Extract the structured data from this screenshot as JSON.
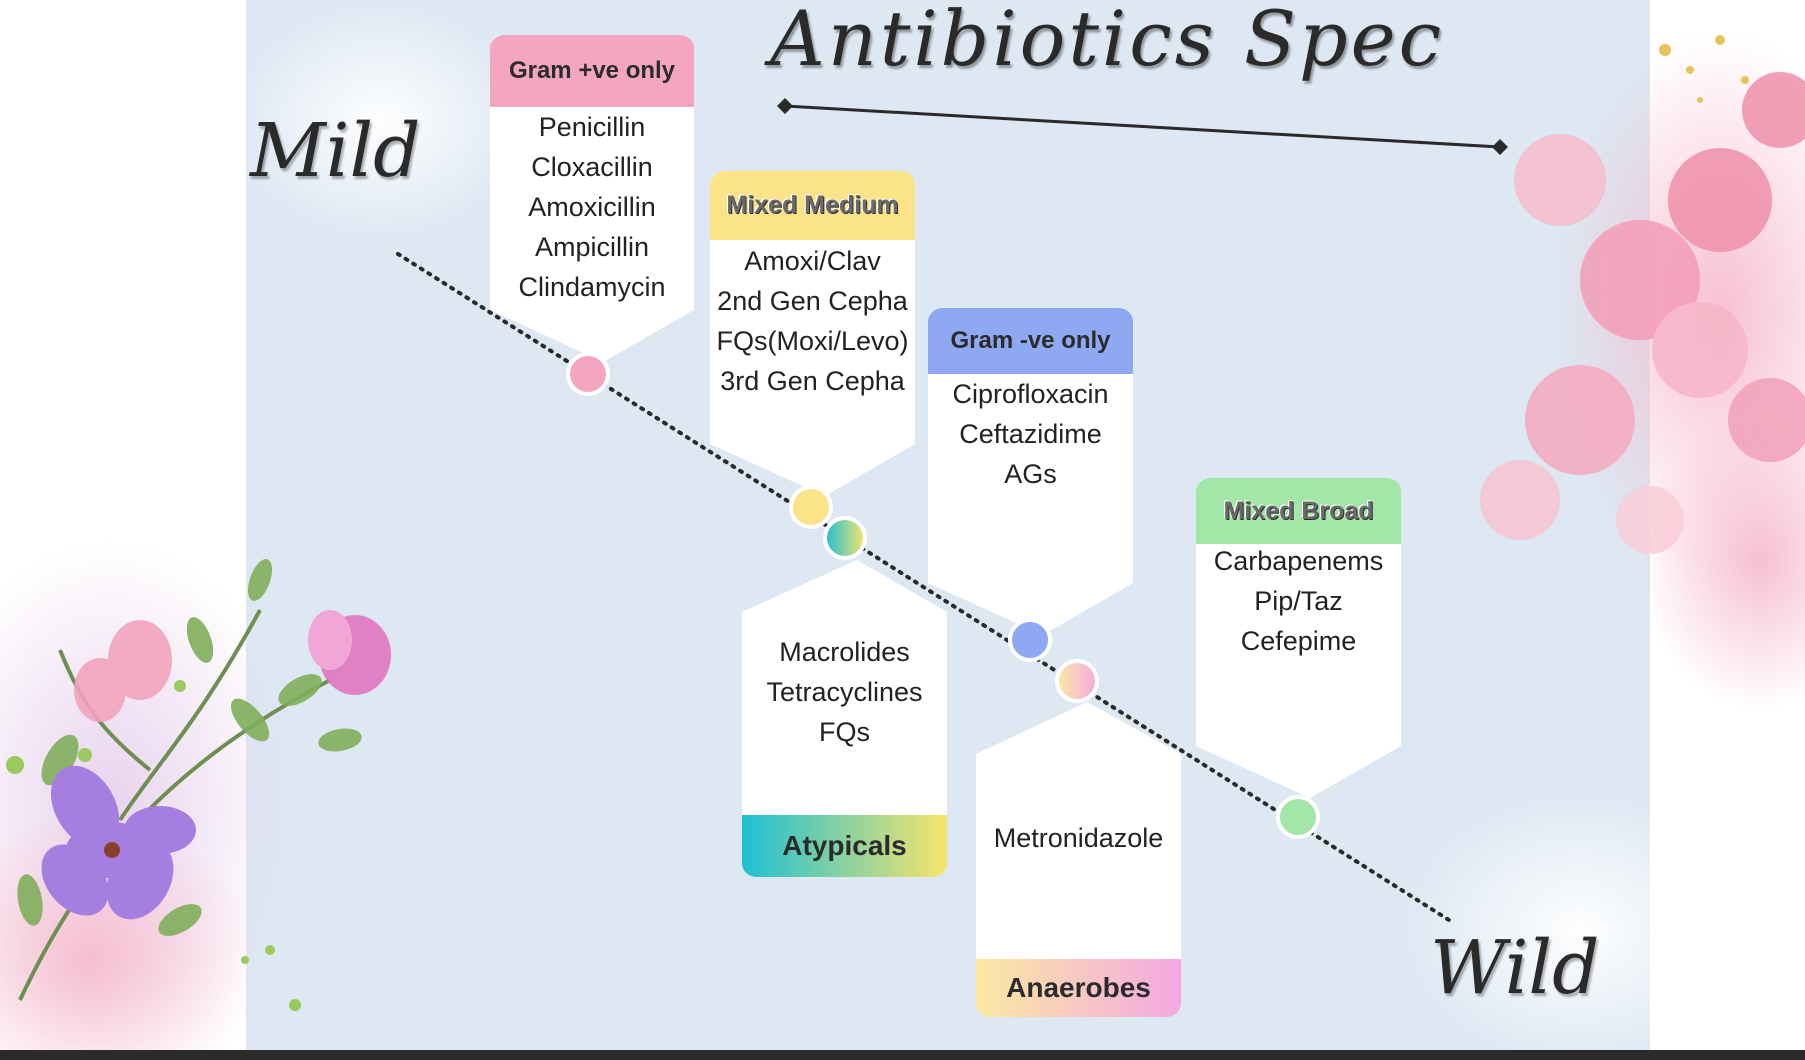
{
  "title": "Antibiotics Spec",
  "axis": {
    "start_label": "Mild",
    "end_label": "Wild"
  },
  "colors": {
    "background_panel": "#dde8f3",
    "gram_positive": "#f4a6c1",
    "mixed_medium": "#fbe38a",
    "gram_negative": "#8fa8f2",
    "mixed_broad": "#a2e6a8",
    "atypicals_gradient": [
      "#1fbfd3",
      "#f8e46c"
    ],
    "anaerobes_gradient": [
      "#fbe9a2",
      "#f3a8e4"
    ]
  },
  "cards": [
    {
      "id": "gram-positive",
      "label": "Gram +ve only",
      "drugs": [
        "Penicillin",
        "Cloxacillin",
        "Amoxicillin",
        "Ampicillin",
        "Clindamycin"
      ]
    },
    {
      "id": "mixed-medium",
      "label": "Mixed Medium",
      "drugs": [
        "Amoxi/Clav",
        "2nd Gen Cepha",
        "FQs(Moxi/Levo)",
        "3rd Gen Cepha"
      ]
    },
    {
      "id": "gram-negative",
      "label": "Gram -ve only",
      "drugs": [
        "Ciprofloxacin",
        "Ceftazidime",
        "AGs"
      ]
    },
    {
      "id": "mixed-broad",
      "label": "Mixed Broad",
      "drugs": [
        "Carbapenems",
        "Pip/Taz",
        "Cefepime"
      ]
    },
    {
      "id": "atypicals",
      "label": "Atypicals",
      "drugs": [
        "Macrolides",
        "Tetracyclines",
        "FQs"
      ]
    },
    {
      "id": "anaerobes",
      "label": "Anaerobes",
      "drugs": [
        "Metronidazole"
      ]
    }
  ]
}
